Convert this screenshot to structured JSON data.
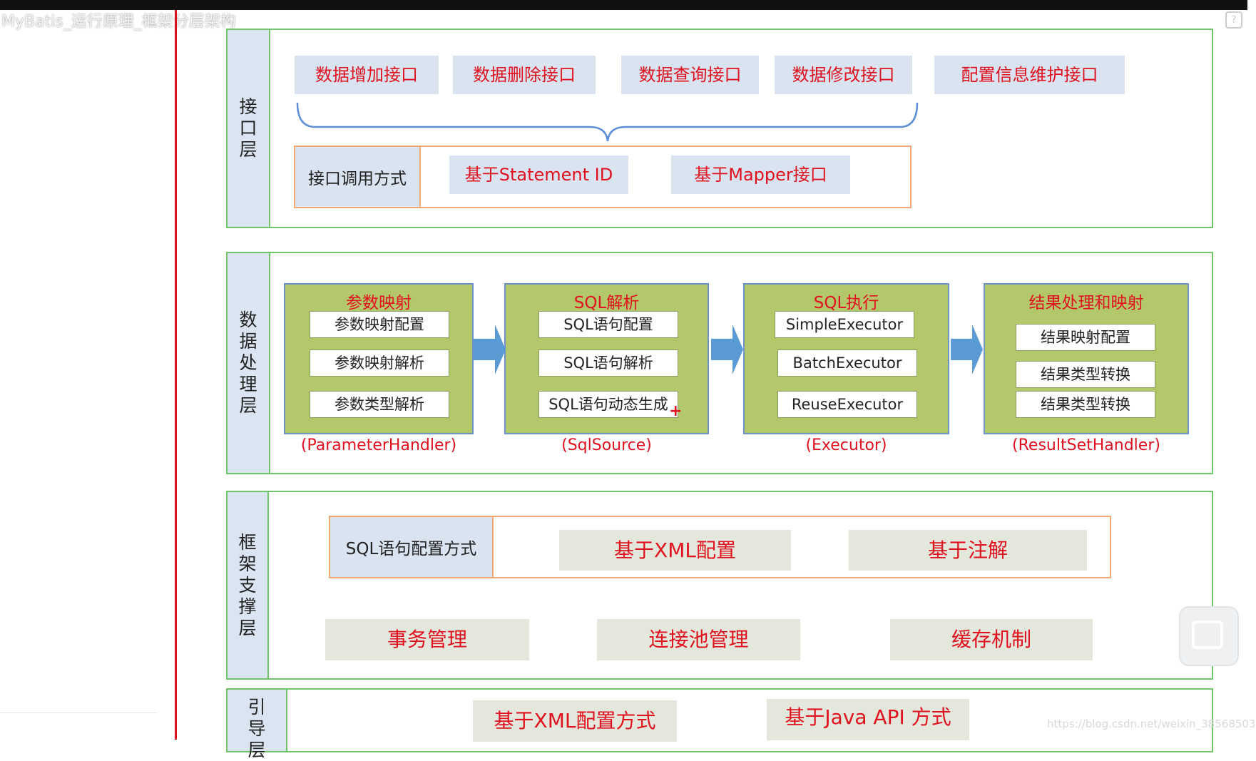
{
  "video_title": "MyBatis_运行原理_框架分层架构",
  "watermark": "https://blog.csdn.net/weixin_38568503",
  "interface_layer": {
    "label": "接口层",
    "apis": [
      "数据增加接口",
      "数据删除接口",
      "数据查询接口",
      "数据修改接口",
      "配置信息维护接口"
    ],
    "invoke_label": "接口调用方式",
    "invoke_options": [
      "基于Statement ID",
      "基于Mapper接口"
    ]
  },
  "data_layer": {
    "label": "数据处理层",
    "modules": [
      {
        "title": "参数映射",
        "items": [
          "参数映射配置",
          "参数映射解析",
          "参数类型解析"
        ],
        "caption": "(ParameterHandler)"
      },
      {
        "title": "SQL解析",
        "items": [
          "SQL语句配置",
          "SQL语句解析",
          "SQL语句动态生成"
        ],
        "caption": "(SqlSource)"
      },
      {
        "title": "SQL执行",
        "items": [
          "SimpleExecutor",
          "BatchExecutor",
          "ReuseExecutor"
        ],
        "caption": "(Executor)"
      },
      {
        "title": "结果处理和映射",
        "items": [
          "结果映射配置",
          "结果类型转换",
          "结果类型转换"
        ],
        "caption": "(ResultSetHandler)"
      }
    ]
  },
  "framework_layer": {
    "label": "框架支撑层",
    "sql_config_label": "SQL语句配置方式",
    "sql_config_options": [
      "基于XML配置",
      "基于注解"
    ],
    "services": [
      "事务管理",
      "连接池管理",
      "缓存机制"
    ]
  },
  "boot_layer": {
    "label": "引导层",
    "options": [
      "基于XML配置方式",
      "基于Java API 方式"
    ]
  },
  "colors": {
    "accent_red": "#e1101f",
    "layer_border": "#70c46a",
    "label_bg": "#dbe4f1",
    "module_bg": "#b3c86a",
    "arrow": "#5b9bd5",
    "orange_border": "#f0a874"
  }
}
